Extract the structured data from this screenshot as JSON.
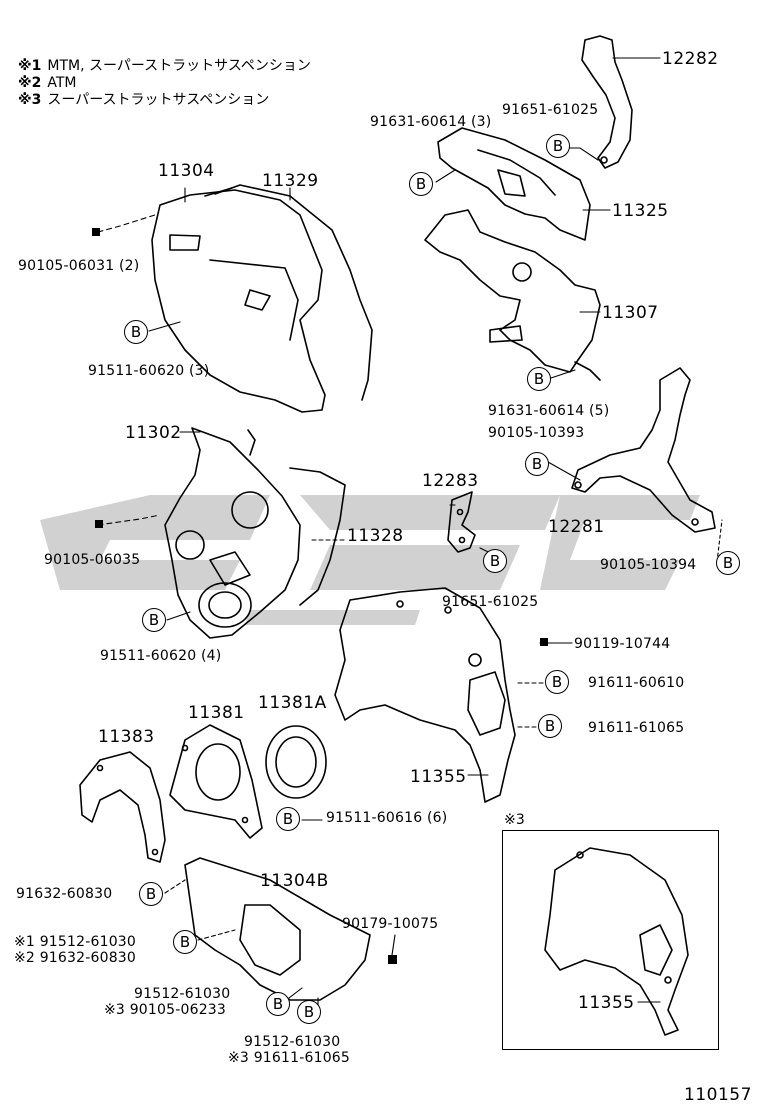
{
  "notes": [
    {
      "mark": "※1",
      "text": "MTM, スーパーストラットサスペンション"
    },
    {
      "mark": "※2",
      "text": "ATM"
    },
    {
      "mark": "※3",
      "text": "スーパーストラットサスペンション"
    }
  ],
  "bolt_symbol": "B",
  "parts": {
    "p12282": "12282",
    "p91651_61025_top": "91651-61025",
    "p91631_60614_3": "91631-60614 (3)",
    "p11325": "11325",
    "p11304": "11304",
    "p11329": "11329",
    "p90105_06031": "90105-06031 (2)",
    "p11307": "11307",
    "p91511_60620_3": "91511-60620 (3)",
    "p91631_60614_5": "91631-60614 (5)",
    "p90105_10393": "90105-10393",
    "p11302": "11302",
    "p12283": "12283",
    "p12281": "12281",
    "p11328": "11328",
    "p90105_06035": "90105-06035",
    "p90105_10394": "90105-10394",
    "p91651_61025_mid": "91651-61025",
    "p91511_60620_4": "91511-60620 (4)",
    "p90119_10744": "90119-10744",
    "p91611_60610": "91611-60610",
    "p11381": "11381",
    "p11381A": "11381A",
    "p11383": "11383",
    "p91611_61065": "91611-61065",
    "p11355": "11355",
    "p91511_60616": "91511-60616 (6)",
    "p11304B": "11304B",
    "p91632_60830": "91632-60830",
    "p90179_10075": "90179-10075",
    "n1_91512_61030": "※1 91512-61030",
    "n2_91632_60830": "※2 91632-60830",
    "p91512_61030_a": "91512-61030",
    "n3_90105_06233": "※3 90105-06233",
    "p91512_61030_b": "91512-61030",
    "n3_91611_61065": "※3 91611-61065",
    "box_mark": "※3",
    "p11355_box": "11355"
  },
  "diagram_number": "110157"
}
